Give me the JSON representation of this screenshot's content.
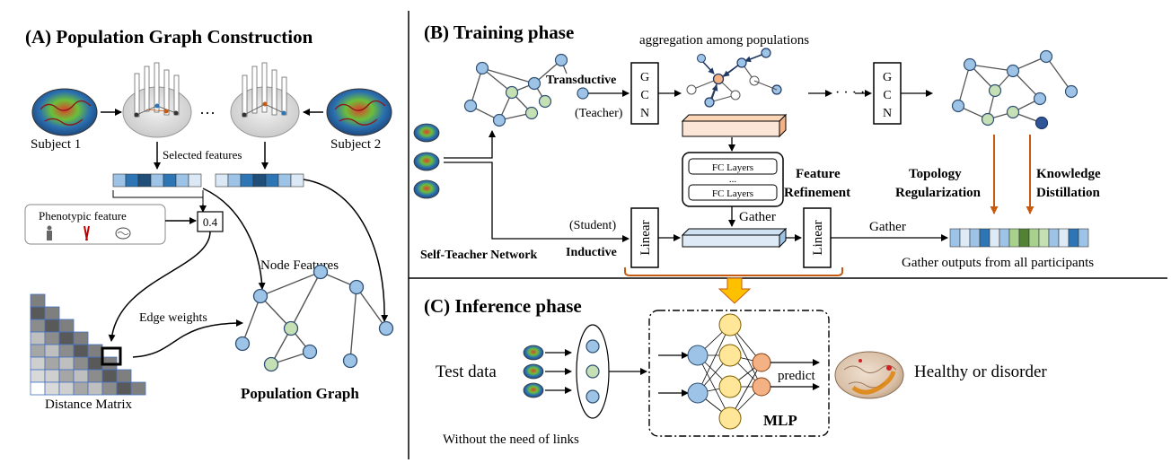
{
  "panel_a": {
    "title": "(A) Population Graph Construction",
    "subject1": "Subject 1",
    "subject2": "Subject 2",
    "ellipsis": "···",
    "selected_features": "Selected features",
    "phenotypic_feature": "Phenotypic feature",
    "phenotypic_value": "0.4",
    "node_features": "Node Features",
    "edge_weights": "Edge weights",
    "distance_matrix": "Distance Matrix",
    "population_graph": "Population Graph"
  },
  "panel_b": {
    "title": "(B) Training phase",
    "aggregation": "aggregation among populations",
    "transductive": "Transductive",
    "teacher": "(Teacher)",
    "gcn_letters": [
      "G",
      "C",
      "N"
    ],
    "fc_layers": "FC Layers",
    "fc_dots": "...",
    "feature_refinement_1": "Feature",
    "feature_refinement_2": "Refinement",
    "topology_1": "Topology",
    "topology_2": "Regularization",
    "knowledge_1": "Knowledge",
    "knowledge_2": "Distillation",
    "gather": "Gather",
    "gather_right": "Gather",
    "student": "(Student)",
    "inductive": "Inductive",
    "linear": "Linear",
    "self_teacher": "Self-Teacher Network",
    "gather_outputs": "Gather outputs from all participants",
    "dots": "· · · ·"
  },
  "panel_c": {
    "title": "(C) Inference phase",
    "test_data": "Test data",
    "without_links": "Without  the need of links",
    "predict": "predict",
    "mlp": "MLP",
    "result": "Healthy or disorder"
  },
  "colors": {
    "node_blue": "#9dc3e6",
    "node_green": "#c5e0b4",
    "node_orange": "#f4b183",
    "node_yellow": "#ffe699",
    "node_dark": "#1f3864",
    "arrow_orange": "#c55a11",
    "down_arrow": "#ffc000",
    "bar_blue": "#9dc3e6",
    "bar_dark": "#2e75b6",
    "bar_green": "#a9d18e",
    "bar_darkgreen": "#548235"
  }
}
